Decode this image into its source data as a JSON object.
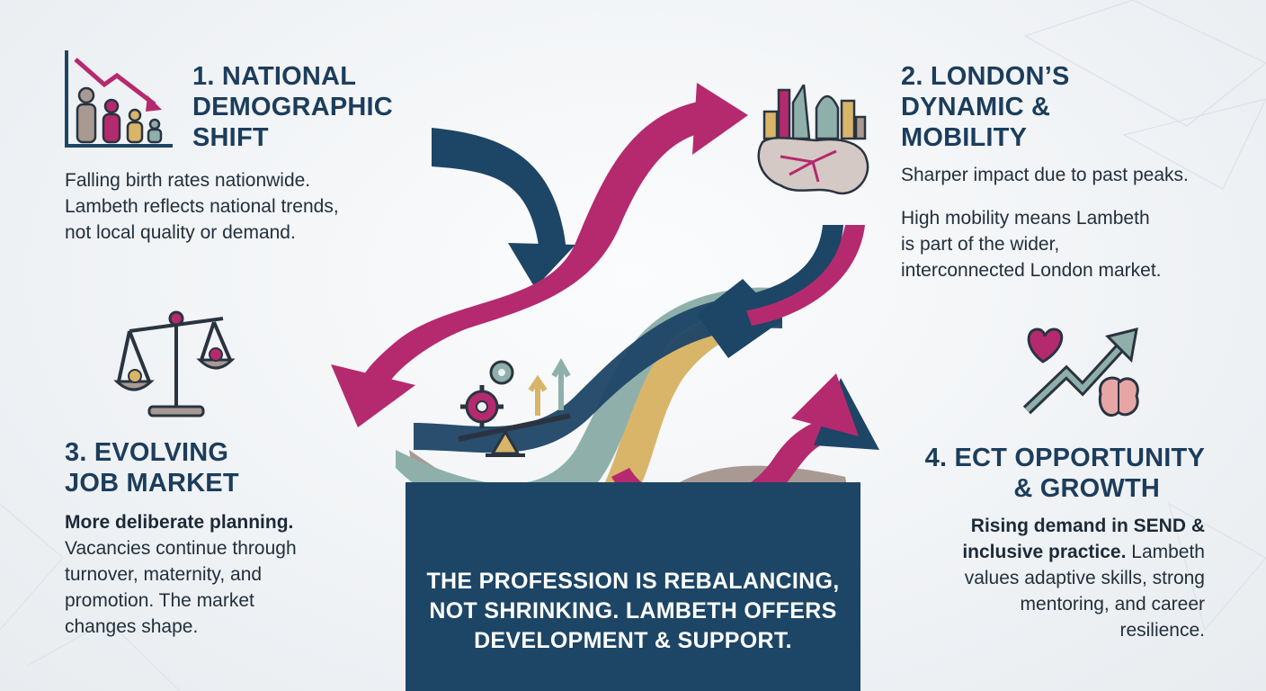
{
  "sections": [
    {
      "heading_lines": [
        "1. NATIONAL",
        "DEMOGRAPHIC",
        "SHIFT"
      ],
      "body_lines": [
        "Falling birth rates nationwide.",
        "Lambeth reflects national trends,",
        "not local quality or demand."
      ],
      "icon": "declining-population-chart-icon"
    },
    {
      "heading_lines": [
        "2. LONDON’S",
        "DYNAMIC &",
        "MOBILITY"
      ],
      "body_lines": [
        "Sharper impact due to past peaks."
      ],
      "body2_lines": [
        "High mobility means Lambeth",
        "is part of the wider,",
        "interconnected London market."
      ],
      "icon": "london-skyline-map-icon"
    },
    {
      "heading_lines": [
        "3. EVOLVING",
        "JOB MARKET"
      ],
      "body_bold": "More deliberate planning.",
      "body_lines": [
        "Vacancies continue through",
        "turnover, maternity, and",
        "promotion. The market",
        "changes shape."
      ],
      "icon": "balance-scale-icon"
    },
    {
      "heading_lines": [
        "4. ECT OPPORTUNITY",
        "& GROWTH"
      ],
      "body_bold_lines": [
        "Rising demand in SEND &",
        "inclusive practice."
      ],
      "body_rest": "Lambeth",
      "body_lines": [
        "values adaptive skills, strong",
        "mentoring, and career",
        "resilience."
      ],
      "icon": "growth-heart-brain-icon"
    }
  ],
  "banner": {
    "lines": [
      "THE PROFESSION IS REBALANCING,",
      "NOT SHRINKING. LAMBETH OFFERS",
      "DEVELOPMENT & SUPPORT."
    ]
  },
  "center_icon": "gears-seesaw-arrows-icon",
  "colors": {
    "navy": "#1d4566",
    "magenta": "#b52a6e",
    "sage": "#8fb0aa",
    "gold": "#d9b56a",
    "taupe": "#a89a92",
    "background": "#eef1f4"
  }
}
